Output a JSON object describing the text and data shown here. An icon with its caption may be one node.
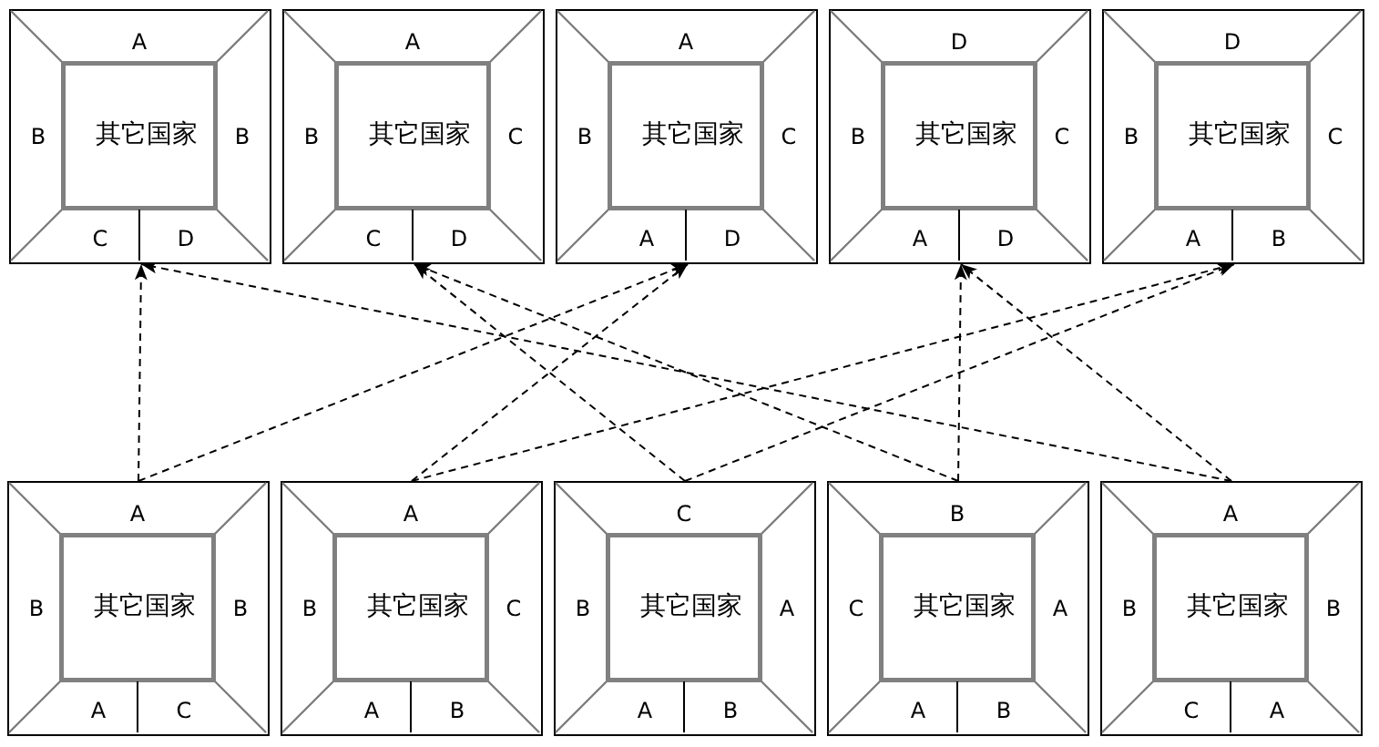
{
  "diagram": {
    "nodes": [
      {
        "text": [],
        "shape": "box"
      },
      {
        "text": [
          "A"
        ],
        "in": 0
      },
      {
        "text": [
          "B"
        ],
        "in": 0
      },
      {
        "text": [
          "其它国家"
        ],
        "in": 0
      },
      {
        "text": [
          "B"
        ],
        "in": 0
      },
      {
        "text": [
          "C"
        ],
        "in": 0
      },
      {
        "text": [
          "D"
        ],
        "in": 0
      },
      {
        "text": [],
        "shape": "box"
      },
      {
        "text": [
          "A"
        ],
        "in": 7
      },
      {
        "text": [
          "B"
        ],
        "in": 7
      },
      {
        "text": [
          "其它国家"
        ],
        "in": 7
      },
      {
        "text": [
          "C"
        ],
        "in": 7
      },
      {
        "text": [
          "C"
        ],
        "in": 7
      },
      {
        "text": [
          "D"
        ],
        "in": 7
      },
      {
        "text": [],
        "shape": "box"
      },
      {
        "text": [
          "A"
        ],
        "in": 14
      },
      {
        "text": [
          "B"
        ],
        "in": 14
      },
      {
        "text": [
          "其它国家"
        ],
        "in": 14
      },
      {
        "text": [
          "C"
        ],
        "in": 14
      },
      {
        "text": [
          "A"
        ],
        "in": 14
      },
      {
        "text": [
          "D"
        ],
        "in": 14
      },
      {
        "text": [],
        "shape": "box"
      },
      {
        "text": [
          "D"
        ],
        "in": 21
      },
      {
        "text": [
          "B"
        ],
        "in": 21
      },
      {
        "text": [
          "其它国家"
        ],
        "in": 21
      },
      {
        "text": [
          "C"
        ],
        "in": 21
      },
      {
        "text": [
          "A"
        ],
        "in": 21
      },
      {
        "text": [
          "D"
        ],
        "in": 21
      },
      {
        "text": [],
        "shape": "box"
      },
      {
        "text": [
          "D"
        ],
        "in": 28
      },
      {
        "text": [
          "B"
        ],
        "in": 28
      },
      {
        "text": [
          "其它国家"
        ],
        "in": 28
      },
      {
        "text": [
          "C"
        ],
        "in": 28
      },
      {
        "text": [
          "A"
        ],
        "in": 28
      },
      {
        "text": [
          "B"
        ],
        "in": 28
      },
      {
        "text": [],
        "shape": "box"
      },
      {
        "text": [
          "A"
        ],
        "in": 35
      },
      {
        "text": [
          "B"
        ],
        "in": 35
      },
      {
        "text": [
          "其它国家"
        ],
        "in": 35
      },
      {
        "text": [
          "B"
        ],
        "in": 35
      },
      {
        "text": [
          "A"
        ],
        "in": 35
      },
      {
        "text": [
          "C"
        ],
        "in": 35
      },
      {
        "text": [],
        "shape": "box"
      },
      {
        "text": [
          "A"
        ],
        "in": 42
      },
      {
        "text": [
          "B"
        ],
        "in": 42
      },
      {
        "text": [
          "其它国家"
        ],
        "in": 42
      },
      {
        "text": [
          "C"
        ],
        "in": 42
      },
      {
        "text": [
          "A"
        ],
        "in": 42
      },
      {
        "text": [
          "B"
        ],
        "in": 42
      },
      {
        "text": [],
        "shape": "box"
      },
      {
        "text": [
          "C"
        ],
        "in": 49
      },
      {
        "text": [
          "B"
        ],
        "in": 49
      },
      {
        "text": [
          "其它国家"
        ],
        "in": 49
      },
      {
        "text": [
          "A"
        ],
        "in": 49
      },
      {
        "text": [
          "A"
        ],
        "in": 49
      },
      {
        "text": [
          "B"
        ],
        "in": 49
      },
      {
        "text": [],
        "shape": "box"
      },
      {
        "text": [
          "B"
        ],
        "in": 56
      },
      {
        "text": [
          "C"
        ],
        "in": 56
      },
      {
        "text": [
          "其它国家"
        ],
        "in": 56
      },
      {
        "text": [
          "A"
        ],
        "in": 56
      },
      {
        "text": [
          "A"
        ],
        "in": 56
      },
      {
        "text": [
          "B"
        ],
        "in": 56
      },
      {
        "text": [],
        "shape": "box"
      },
      {
        "text": [
          "A"
        ],
        "in": 63
      },
      {
        "text": [
          "B"
        ],
        "in": 63
      },
      {
        "text": [
          "其它国家"
        ],
        "in": 63
      },
      {
        "text": [
          "B"
        ],
        "in": 63
      },
      {
        "text": [
          "C"
        ],
        "in": 63
      },
      {
        "text": [
          "A"
        ],
        "in": 63
      }
    ],
    "edges": [
      {
        "from": 35,
        "to": 0,
        "arrow": "to",
        "style": "dashed"
      },
      {
        "from": 35,
        "to": 14,
        "arrow": "to",
        "style": "dashed"
      },
      {
        "from": 42,
        "to": 14,
        "arrow": "to",
        "style": "dashed"
      },
      {
        "from": 42,
        "to": 28,
        "arrow": "to",
        "style": "dashed"
      },
      {
        "from": 49,
        "to": 7,
        "arrow": "to",
        "style": "dashed"
      },
      {
        "from": 49,
        "to": 28,
        "arrow": "to",
        "style": "dashed"
      },
      {
        "from": 56,
        "to": 7,
        "arrow": "to",
        "style": "dashed"
      },
      {
        "from": 56,
        "to": 21,
        "arrow": "to",
        "style": "dashed"
      },
      {
        "from": 63,
        "to": 0,
        "arrow": "to",
        "style": "dashed"
      },
      {
        "from": 63,
        "to": 21,
        "arrow": "to",
        "style": "dashed"
      }
    ]
  }
}
